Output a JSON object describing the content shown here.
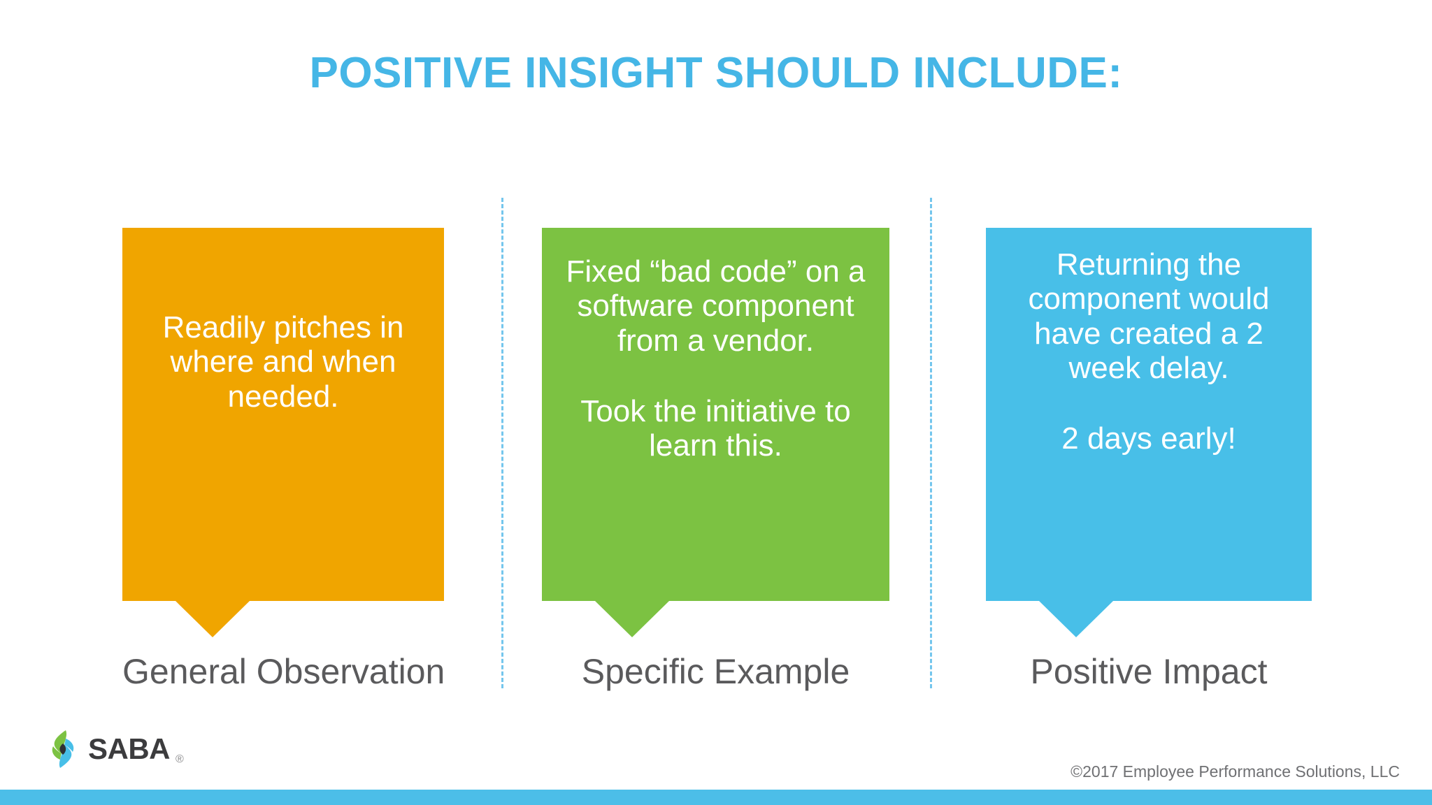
{
  "slide": {
    "title": "POSITIVE INSIGHT SHOULD INCLUDE:",
    "title_color": "#45B6E6",
    "background": "#FFFFFF"
  },
  "columns": [
    {
      "id": "general-observation",
      "caption": "General Observation",
      "card_color": "#F0A500",
      "paragraphs": [
        "Readily pitches in where and when needed."
      ]
    },
    {
      "id": "specific-example",
      "caption": "Specific Example",
      "card_color": "#7CC242",
      "paragraphs": [
        "Fixed “bad code” on a software component from a vendor.",
        "Took the initiative to learn this."
      ]
    },
    {
      "id": "positive-impact",
      "caption": "Positive Impact",
      "card_color": "#48BFE8",
      "paragraphs": [
        "Returning the component would have created a 2 week delay.",
        "2 days early!"
      ]
    }
  ],
  "dividers": {
    "style": "dashed",
    "color": "#74C6ED"
  },
  "footer": {
    "logo_name": "saba-logo",
    "logo_wordmark": "SABA",
    "logo_trademark": "®",
    "logo_mark_green": "#7CC242",
    "logo_mark_blue": "#48BFE8",
    "copyright": "©2017 Employee Performance Solutions, LLC",
    "bar_color": "#4CBEE8"
  }
}
